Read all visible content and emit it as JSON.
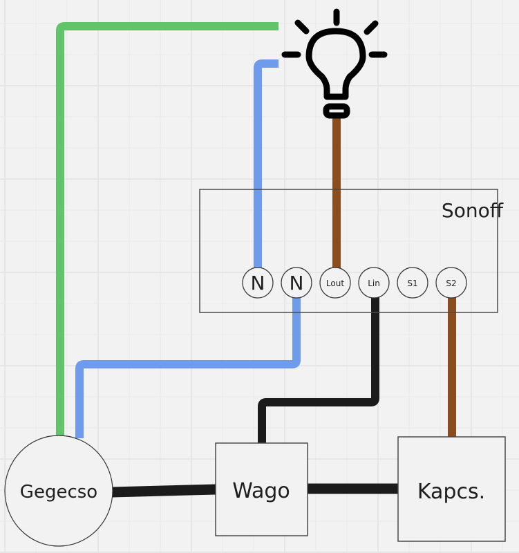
{
  "diagram": {
    "colors": {
      "background": "#f2f2f2",
      "grid_minor": "#e9e9e9",
      "grid_major": "#e2e2e2",
      "outline": "#4a4a4a",
      "wire_green": "#62c46a",
      "wire_blue": "#6f9bec",
      "wire_brown": "#8b4d1e",
      "wire_black": "#1b1b1b",
      "bulb": "#000000"
    },
    "bulb": {
      "label": "light-bulb-icon"
    },
    "sonoff": {
      "title": "Sonoff",
      "terminals": [
        {
          "id": "n1",
          "label": "N"
        },
        {
          "id": "n2",
          "label": "N"
        },
        {
          "id": "lout",
          "label": "Lout"
        },
        {
          "id": "lin",
          "label": "Lin"
        },
        {
          "id": "s1",
          "label": "S1"
        },
        {
          "id": "s2",
          "label": "S2"
        }
      ]
    },
    "nodes": {
      "gegecso": "Gegecso",
      "wago": "Wago",
      "kapcs": "Kapcs."
    },
    "wires": [
      {
        "id": "green-earth",
        "color": "green",
        "from": "Gegecso",
        "to": "bulb"
      },
      {
        "id": "blue-neutral-bulb",
        "color": "blue",
        "from": "N",
        "to": "bulb"
      },
      {
        "id": "brown-lout-bulb",
        "color": "brown",
        "from": "Lout",
        "to": "bulb"
      },
      {
        "id": "blue-neutral-gegecso",
        "color": "blue",
        "from": "N",
        "to": "Gegecso"
      },
      {
        "id": "black-lin-wago",
        "color": "black",
        "from": "Lin",
        "to": "Wago"
      },
      {
        "id": "brown-s2-kapcs",
        "color": "brown",
        "from": "S2",
        "to": "Kapcs."
      },
      {
        "id": "black-gegecso-wago",
        "color": "black",
        "from": "Gegecso",
        "to": "Wago"
      },
      {
        "id": "black-wago-kapcs",
        "color": "black",
        "from": "Wago",
        "to": "Kapcs."
      }
    ]
  }
}
